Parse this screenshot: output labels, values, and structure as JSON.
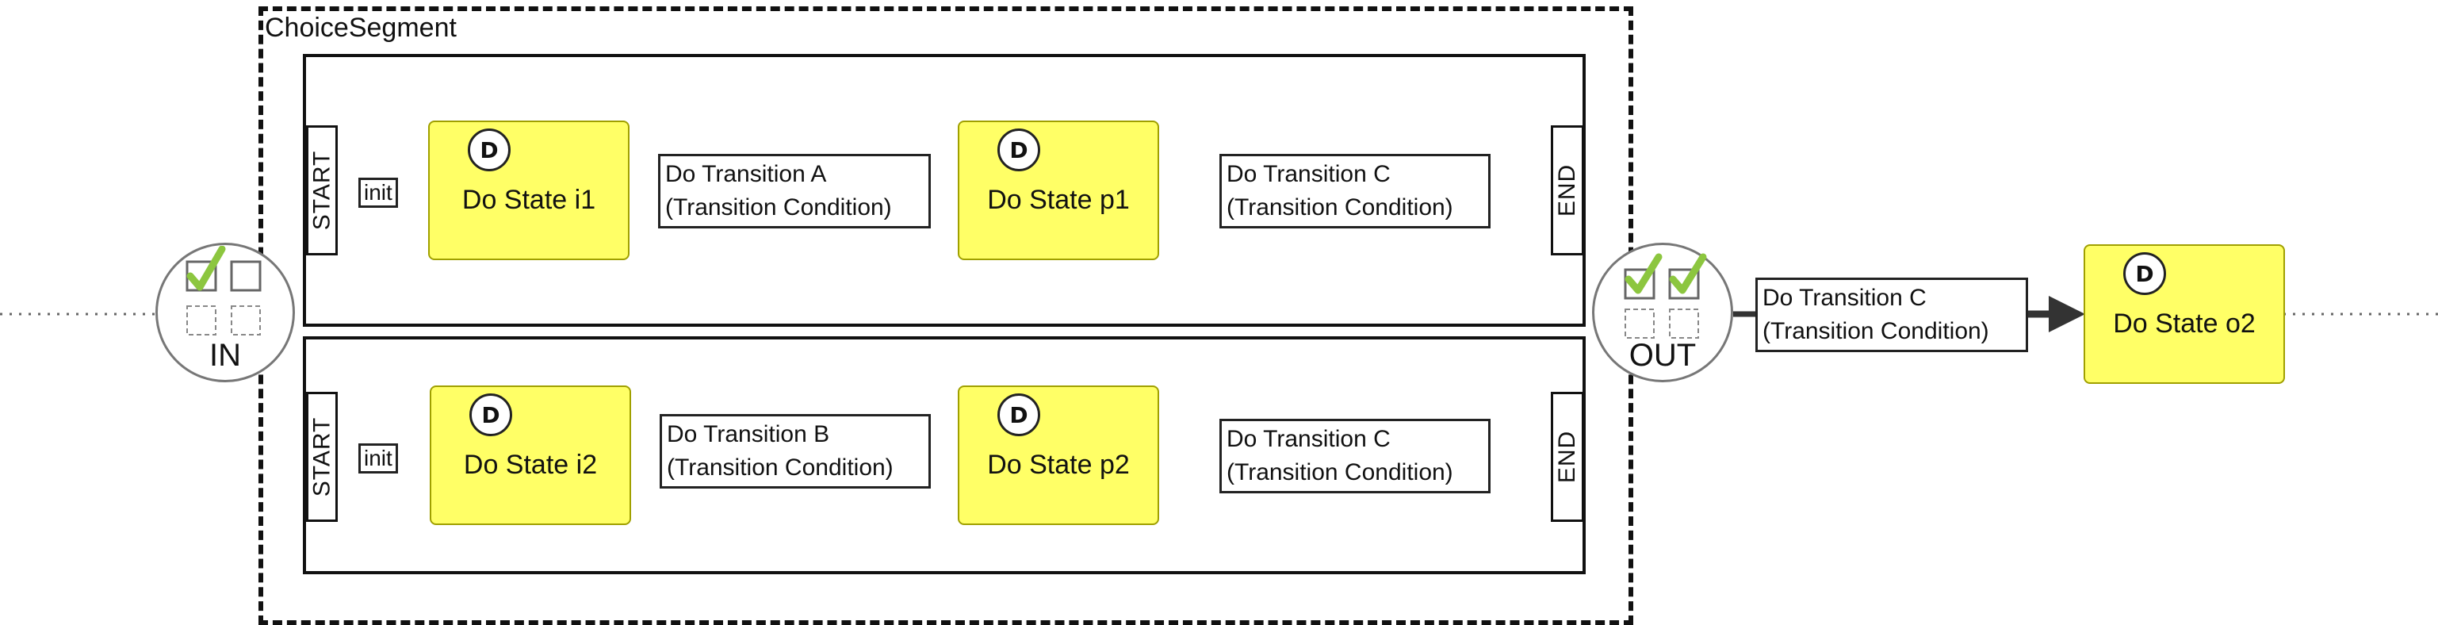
{
  "segment": {
    "title": "ChoiceSegment"
  },
  "lanes": [
    {
      "start_label": "START",
      "end_label": "END",
      "init_label": "init",
      "state1": {
        "label": "Do State i1",
        "badge": "D"
      },
      "transition1": {
        "line1": "Do Transition A",
        "line2": "(Transition Condition)"
      },
      "state2": {
        "label": "Do State p1",
        "badge": "D"
      },
      "transition2": {
        "line1": "Do Transition C",
        "line2": "(Transition Condition)"
      }
    },
    {
      "start_label": "START",
      "end_label": "END",
      "init_label": "init",
      "state1": {
        "label": "Do State i2",
        "badge": "D"
      },
      "transition1": {
        "line1": "Do Transition B",
        "line2": "(Transition Condition)"
      },
      "state2": {
        "label": "Do State p2",
        "badge": "D"
      },
      "transition2": {
        "line1": "Do Transition C",
        "line2": "(Transition Condition)"
      }
    }
  ],
  "in_node": {
    "label": "IN",
    "checked": [
      true,
      false,
      false,
      false
    ]
  },
  "out_node": {
    "label": "OUT",
    "checked": [
      true,
      true,
      false,
      false
    ]
  },
  "out_transition": {
    "line1": "Do Transition C",
    "line2": "(Transition Condition)"
  },
  "final_state": {
    "label": "Do State o2",
    "badge": "D"
  },
  "colors": {
    "state_fill": "#ffff66",
    "check": "#8cc63f",
    "line": "#333333"
  }
}
